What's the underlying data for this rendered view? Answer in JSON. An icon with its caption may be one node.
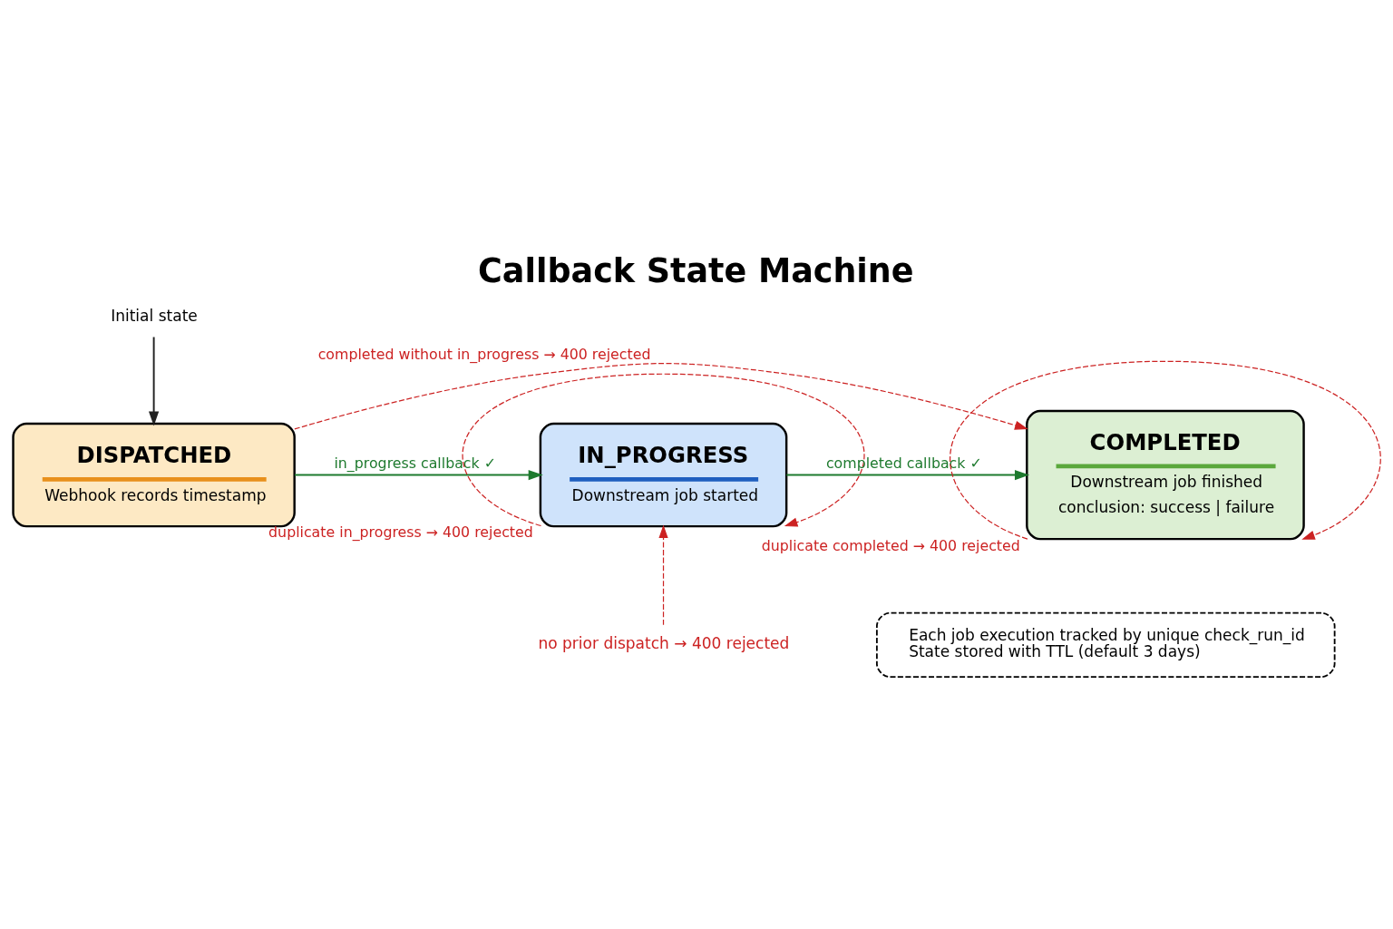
{
  "diagram": {
    "title": "Callback State Machine",
    "nodes": [
      {
        "text": [
          "Initial state"
        ]
      },
      {
        "text": [
          "DISPATCHED",
          "Webhook records timestamp"
        ]
      },
      {
        "text": [
          "IN_PROGRESS",
          "Downstream job started"
        ]
      },
      {
        "text": [
          "COMPLETED",
          "Downstream job finished",
          "conclusion: success | failure"
        ]
      },
      {
        "text": [
          "Each job execution tracked by unique check_run_id",
          "State stored with TTL (default 3 days)"
        ]
      },
      {
        "text": [
          "no prior dispatch → 400 rejected"
        ]
      }
    ],
    "edges": [
      {
        "from": 0,
        "to": 1,
        "arrow": "to",
        "color": "#222222"
      },
      {
        "from": 1,
        "to": 2,
        "arrow": "to",
        "label": "in_progress callback ✓",
        "color": "#1e7a2e"
      },
      {
        "from": 2,
        "to": 3,
        "arrow": "to",
        "label": "completed callback ✓",
        "color": "#1e7a2e"
      },
      {
        "from": 1,
        "to": 3,
        "arrow": "to",
        "label": "completed without in_progress → 400 rejected",
        "style": "dashed",
        "color": "#cc2222"
      },
      {
        "from": 5,
        "to": 2,
        "arrow": "to",
        "style": "dashed",
        "color": "#cc2222"
      },
      {
        "from": 2,
        "to": 2,
        "arrow": "to",
        "label": "duplicate in_progress → 400 rejected",
        "style": "dashed",
        "color": "#cc2222"
      },
      {
        "from": 3,
        "to": 3,
        "arrow": "to",
        "label": "duplicate completed → 400 rejected",
        "style": "dashed",
        "color": "#cc2222"
      }
    ]
  }
}
